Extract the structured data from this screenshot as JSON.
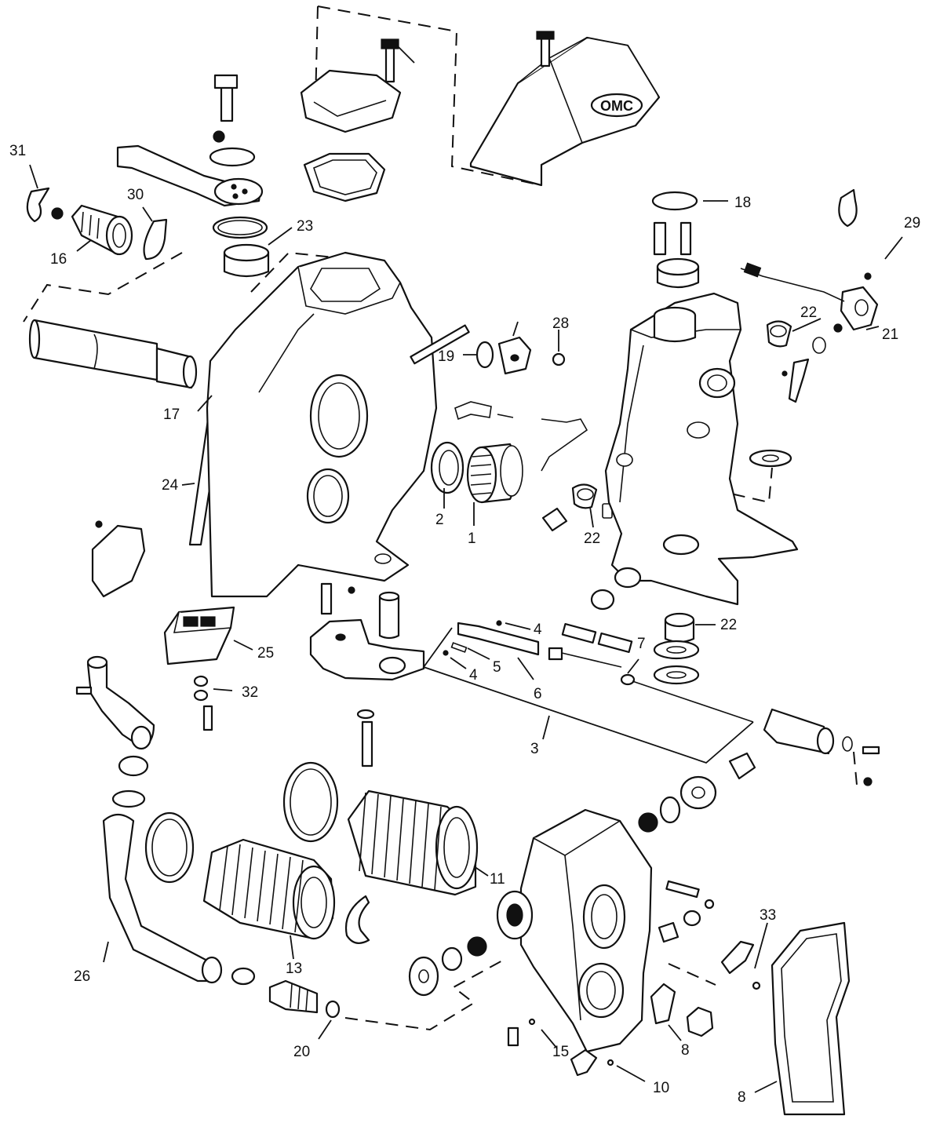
{
  "diagram": {
    "callouts": [
      {
        "id": "c31",
        "label": "31"
      },
      {
        "id": "c30",
        "label": "30"
      },
      {
        "id": "c16",
        "label": "16"
      },
      {
        "id": "c23",
        "label": "23"
      },
      {
        "id": "c18",
        "label": "18"
      },
      {
        "id": "c29",
        "label": "29"
      },
      {
        "id": "c22a",
        "label": "22"
      },
      {
        "id": "c21",
        "label": "21"
      },
      {
        "id": "c28",
        "label": "28"
      },
      {
        "id": "c19",
        "label": "19"
      },
      {
        "id": "c17",
        "label": "17"
      },
      {
        "id": "c24",
        "label": "24"
      },
      {
        "id": "c2",
        "label": "2"
      },
      {
        "id": "c1",
        "label": "1"
      },
      {
        "id": "c22b",
        "label": "22"
      },
      {
        "id": "c22c",
        "label": "22"
      },
      {
        "id": "c4a",
        "label": "4"
      },
      {
        "id": "c7",
        "label": "7"
      },
      {
        "id": "c5",
        "label": "5"
      },
      {
        "id": "c4b",
        "label": "4"
      },
      {
        "id": "c6",
        "label": "6"
      },
      {
        "id": "c25",
        "label": "25"
      },
      {
        "id": "c32",
        "label": "32"
      },
      {
        "id": "c3",
        "label": "3"
      },
      {
        "id": "c11",
        "label": "11"
      },
      {
        "id": "c33",
        "label": "33"
      },
      {
        "id": "c26",
        "label": "26"
      },
      {
        "id": "c13",
        "label": "13"
      },
      {
        "id": "c20",
        "label": "20"
      },
      {
        "id": "c15",
        "label": "15"
      },
      {
        "id": "c8a",
        "label": "8"
      },
      {
        "id": "c10",
        "label": "10"
      },
      {
        "id": "c8b",
        "label": "8"
      }
    ],
    "cover_logo": "OMC"
  }
}
